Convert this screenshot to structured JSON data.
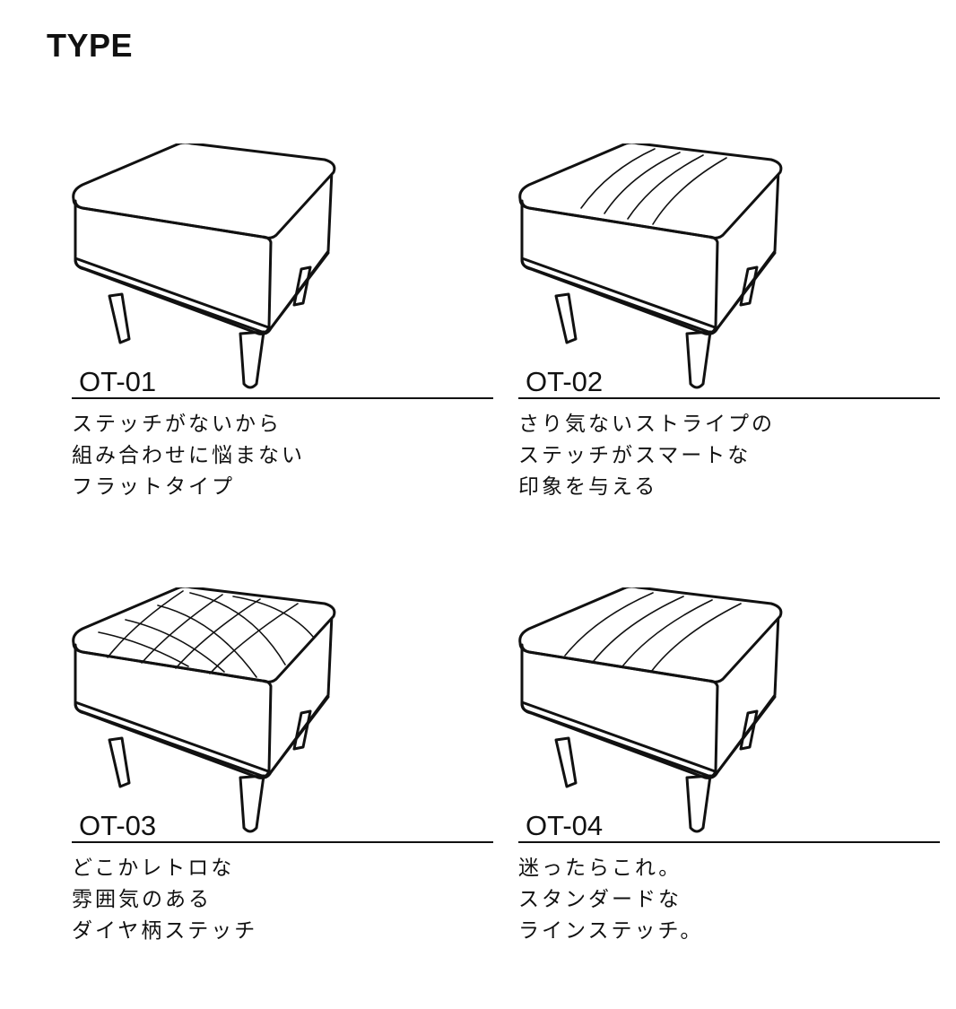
{
  "title": "TYPE",
  "items": [
    {
      "code": "OT-01",
      "pattern": "flat",
      "lines": [
        "ステッチがないから",
        "組み合わせに悩まない",
        "フラットタイプ"
      ]
    },
    {
      "code": "OT-02",
      "pattern": "stripe",
      "lines": [
        "さり気ないストライプの",
        "ステッチがスマートな",
        "印象を与える"
      ]
    },
    {
      "code": "OT-03",
      "pattern": "diamond",
      "lines": [
        "どこかレトロな",
        "雰囲気のある",
        "ダイヤ柄ステッチ"
      ]
    },
    {
      "code": "OT-04",
      "pattern": "line",
      "lines": [
        "迷ったらこれ。",
        "スタンダードな",
        "ラインステッチ。"
      ]
    }
  ]
}
